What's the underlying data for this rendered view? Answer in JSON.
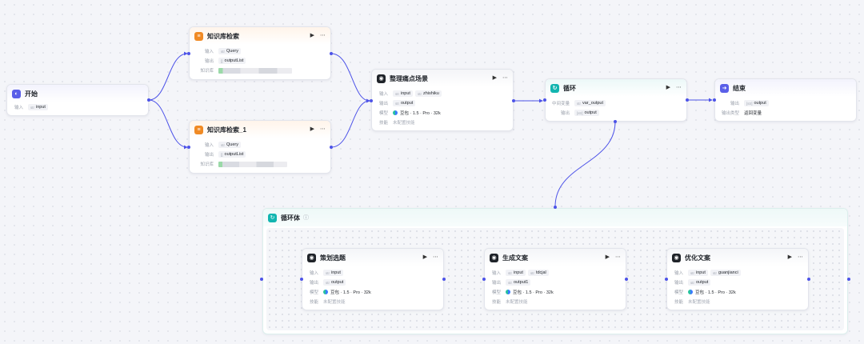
{
  "nodes": {
    "start": {
      "title": "开始",
      "input_label": "输入",
      "input_type": "str",
      "input_value": "input"
    },
    "kb1": {
      "title": "知识库检索",
      "input_label": "输入",
      "input_type": "str",
      "input_value": "Query",
      "output_label": "输出",
      "output_type": "[]",
      "output_value": "outputList",
      "kb_label": "知识库"
    },
    "kb2": {
      "title": "知识库检索_1",
      "input_label": "输入",
      "input_type": "str",
      "input_value": "Query",
      "output_label": "输出",
      "output_type": "[]",
      "output_value": "outputList",
      "kb_label": "知识库"
    },
    "organize": {
      "title": "整理痛点场景",
      "input_label": "输入",
      "input_type1": "str",
      "input_value1": "input",
      "input_type2": "str",
      "input_value2": "zhishiku",
      "output_label": "输出",
      "output_type": "str",
      "output_value": "output",
      "model_label": "模型",
      "model_value": "豆包 · 1.5 · Pro · 32k",
      "skill_label": "技能",
      "skill_value": "未配置技能"
    },
    "loop": {
      "title": "循环",
      "mid_label": "中间变量",
      "mid_type": "str",
      "mid_value": "var_output",
      "output_label": "输出",
      "output_type": "[str]",
      "output_value": "output"
    },
    "end": {
      "title": "结束",
      "output_label": "输出",
      "output_type": "[str]",
      "output_value": "output",
      "mode_label": "输出类型",
      "mode_value": "返回变量"
    },
    "plan": {
      "title": "策划选题",
      "input_label": "输入",
      "input_type": "str",
      "input_value": "input",
      "output_label": "输出",
      "output_type": "str",
      "output_value": "output",
      "model_label": "模型",
      "model_value": "豆包 · 1.5 · Pro · 32k",
      "skill_label": "技能",
      "skill_value": "未配置技能"
    },
    "generate": {
      "title": "生成文案",
      "input_label": "输入",
      "input_type1": "str",
      "input_value1": "input",
      "input_type2": "str",
      "input_value2": "tdcjal",
      "output_label": "输出",
      "output_type": "str",
      "output_value": "output1",
      "model_label": "模型",
      "model_value": "豆包 · 1.5 · Pro · 32k",
      "skill_label": "技能",
      "skill_value": "未配置技能"
    },
    "optimize": {
      "title": "优化文案",
      "input_label": "输入",
      "input_type1": "str",
      "input_value1": "input",
      "input_type2": "str",
      "input_value2": "guanjianci",
      "output_label": "输出",
      "output_type": "str",
      "output_value": "output",
      "model_label": "模型",
      "model_value": "豆包 · 1.5 · Pro · 32k",
      "skill_label": "技能",
      "skill_value": "未配置技能"
    }
  },
  "loop_body": {
    "title": "循环体",
    "info_icon": "info-icon"
  },
  "icons": {
    "run": "▶",
    "more": "⋯"
  },
  "colors": {
    "accent": "#4d53e8",
    "start_icon": "#5a5fe8",
    "kb_icon": "#f08a24",
    "llm_icon": "#1f2329",
    "loop_icon": "#12b5b0",
    "end_icon": "#5a5fe8"
  }
}
